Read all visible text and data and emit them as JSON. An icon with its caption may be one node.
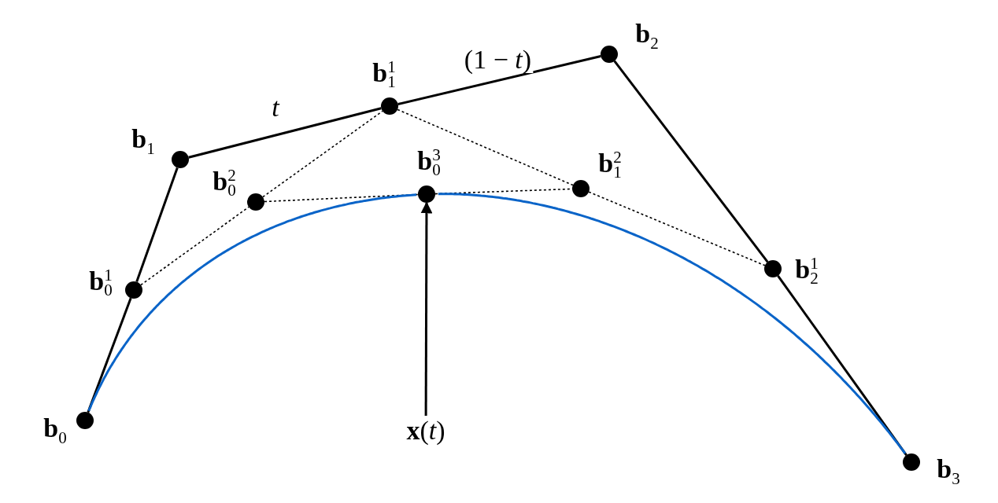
{
  "diagram": {
    "nodes": [
      {
        "text": [],
        "shape": "circle",
        "beside": [
          "**b**$_{0}$"
        ]
      },
      {
        "text": [],
        "shape": "circle",
        "beside": [
          "**b**$_{1}$"
        ]
      },
      {
        "text": [],
        "shape": "circle",
        "beside": [
          "**b**$_{2}$"
        ]
      },
      {
        "text": [],
        "shape": "circle",
        "beside": [
          "**b**$_{3}$"
        ]
      },
      {
        "text": [],
        "shape": "circle",
        "beside": [
          "**b**$^{1}$$_{0}$"
        ]
      },
      {
        "text": [],
        "shape": "circle",
        "beside": [
          "**b**$^{1}$$_{1}$"
        ]
      },
      {
        "text": [],
        "shape": "circle",
        "beside": [
          "**b**$^{1}$$_{2}$"
        ]
      },
      {
        "text": [],
        "shape": "circle",
        "beside": [
          "**b**$^{2}$$_{0}$"
        ]
      },
      {
        "text": [],
        "shape": "circle",
        "beside": [
          "**b**$^{2}$$_{1}$"
        ]
      },
      {
        "text": [],
        "shape": "circle",
        "beside": [
          "**b**$^{3}$$_{0}$"
        ]
      },
      {
        "text": [
          "**x**(*t*)"
        ]
      }
    ],
    "edges": [
      {
        "from": 0,
        "to": 4,
        "arrow": "none"
      },
      {
        "from": 4,
        "to": 1,
        "arrow": "none"
      },
      {
        "from": 1,
        "to": 5,
        "arrow": "none",
        "label": "*t*"
      },
      {
        "from": 5,
        "to": 2,
        "arrow": "none",
        "label": "(1 − *t*)"
      },
      {
        "from": 2,
        "to": 6,
        "arrow": "none"
      },
      {
        "from": 6,
        "to": 3,
        "arrow": "none"
      },
      {
        "from": 4,
        "to": 7,
        "arrow": "none",
        "style": "dashed"
      },
      {
        "from": 7,
        "to": 5,
        "arrow": "none",
        "style": "dashed"
      },
      {
        "from": 5,
        "to": 8,
        "arrow": "none",
        "style": "dashed"
      },
      {
        "from": 8,
        "to": 6,
        "arrow": "none",
        "style": "dashed"
      },
      {
        "from": 7,
        "to": 9,
        "arrow": "none",
        "style": "dashed"
      },
      {
        "from": 9,
        "to": 8,
        "arrow": "none",
        "style": "dashed"
      },
      {
        "from": 0,
        "to": 9,
        "arrow": "none",
        "color": "#0a64c8"
      },
      {
        "from": 9,
        "to": 3,
        "arrow": "none",
        "color": "#0a64c8"
      },
      {
        "from": 10,
        "to": 9,
        "arrow": "to"
      }
    ]
  }
}
